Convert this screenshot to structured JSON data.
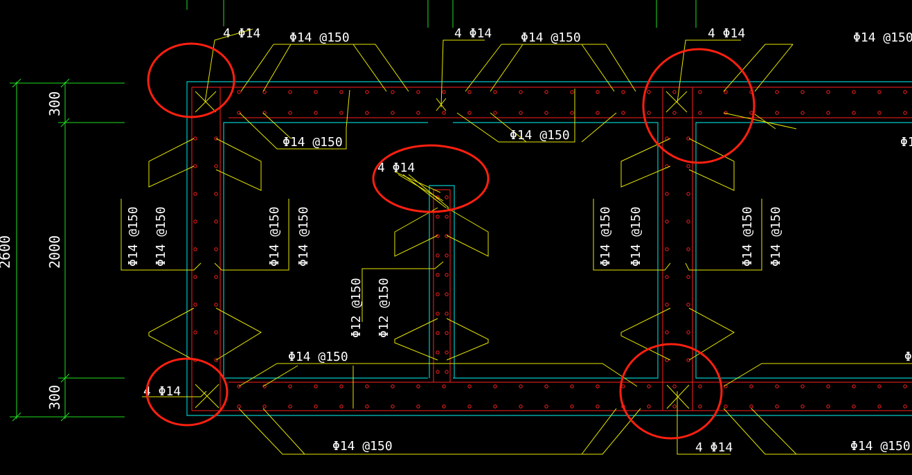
{
  "colors": {
    "background": "#000000",
    "concrete_outline": "#00c8c8",
    "rebar": "#ff2020",
    "leader": "#e8e800",
    "dimension": "#20e020",
    "text": "#ffffff",
    "highlight": "#ff2010"
  },
  "dimensions": {
    "top": "300",
    "middle": "2000",
    "bottom": "300",
    "total": "2600"
  },
  "labels": {
    "corner_tl": "4 Φ14",
    "top_mid": "4 Φ14",
    "corner_tr": "4 Φ14",
    "corner_bl": "4 Φ14",
    "corner_br": "4 Φ14",
    "center_column": "4 Φ14",
    "top_slab_left": "Φ14 @150",
    "top_slab_middle": "Φ14 @150",
    "top_slab_right": "Φ14 @150",
    "top_slab_under_left": "Φ14 @150",
    "top_slab_under_mid": "Φ14 @150",
    "left_wall_a": "Φ14 @150",
    "left_wall_b": "Φ14 @150",
    "left_wall_c": "Φ14 @150",
    "left_wall_d": "Φ14 @150",
    "center_wall_a": "Φ12 @150",
    "center_wall_b": "Φ12 @150",
    "right_wall_a": "Φ14 @150",
    "right_wall_b": "Φ14 @150",
    "right_wall_c": "Φ14 @150",
    "right_wall_d": "Φ14 @150",
    "bottom_slab_top": "Φ14 @150",
    "bottom_slab_low_mid": "Φ14 @150",
    "bottom_slab_low_right": "Φ14 @150",
    "edge_right_top": "Φ1",
    "edge_right_bottom": "Φ"
  }
}
